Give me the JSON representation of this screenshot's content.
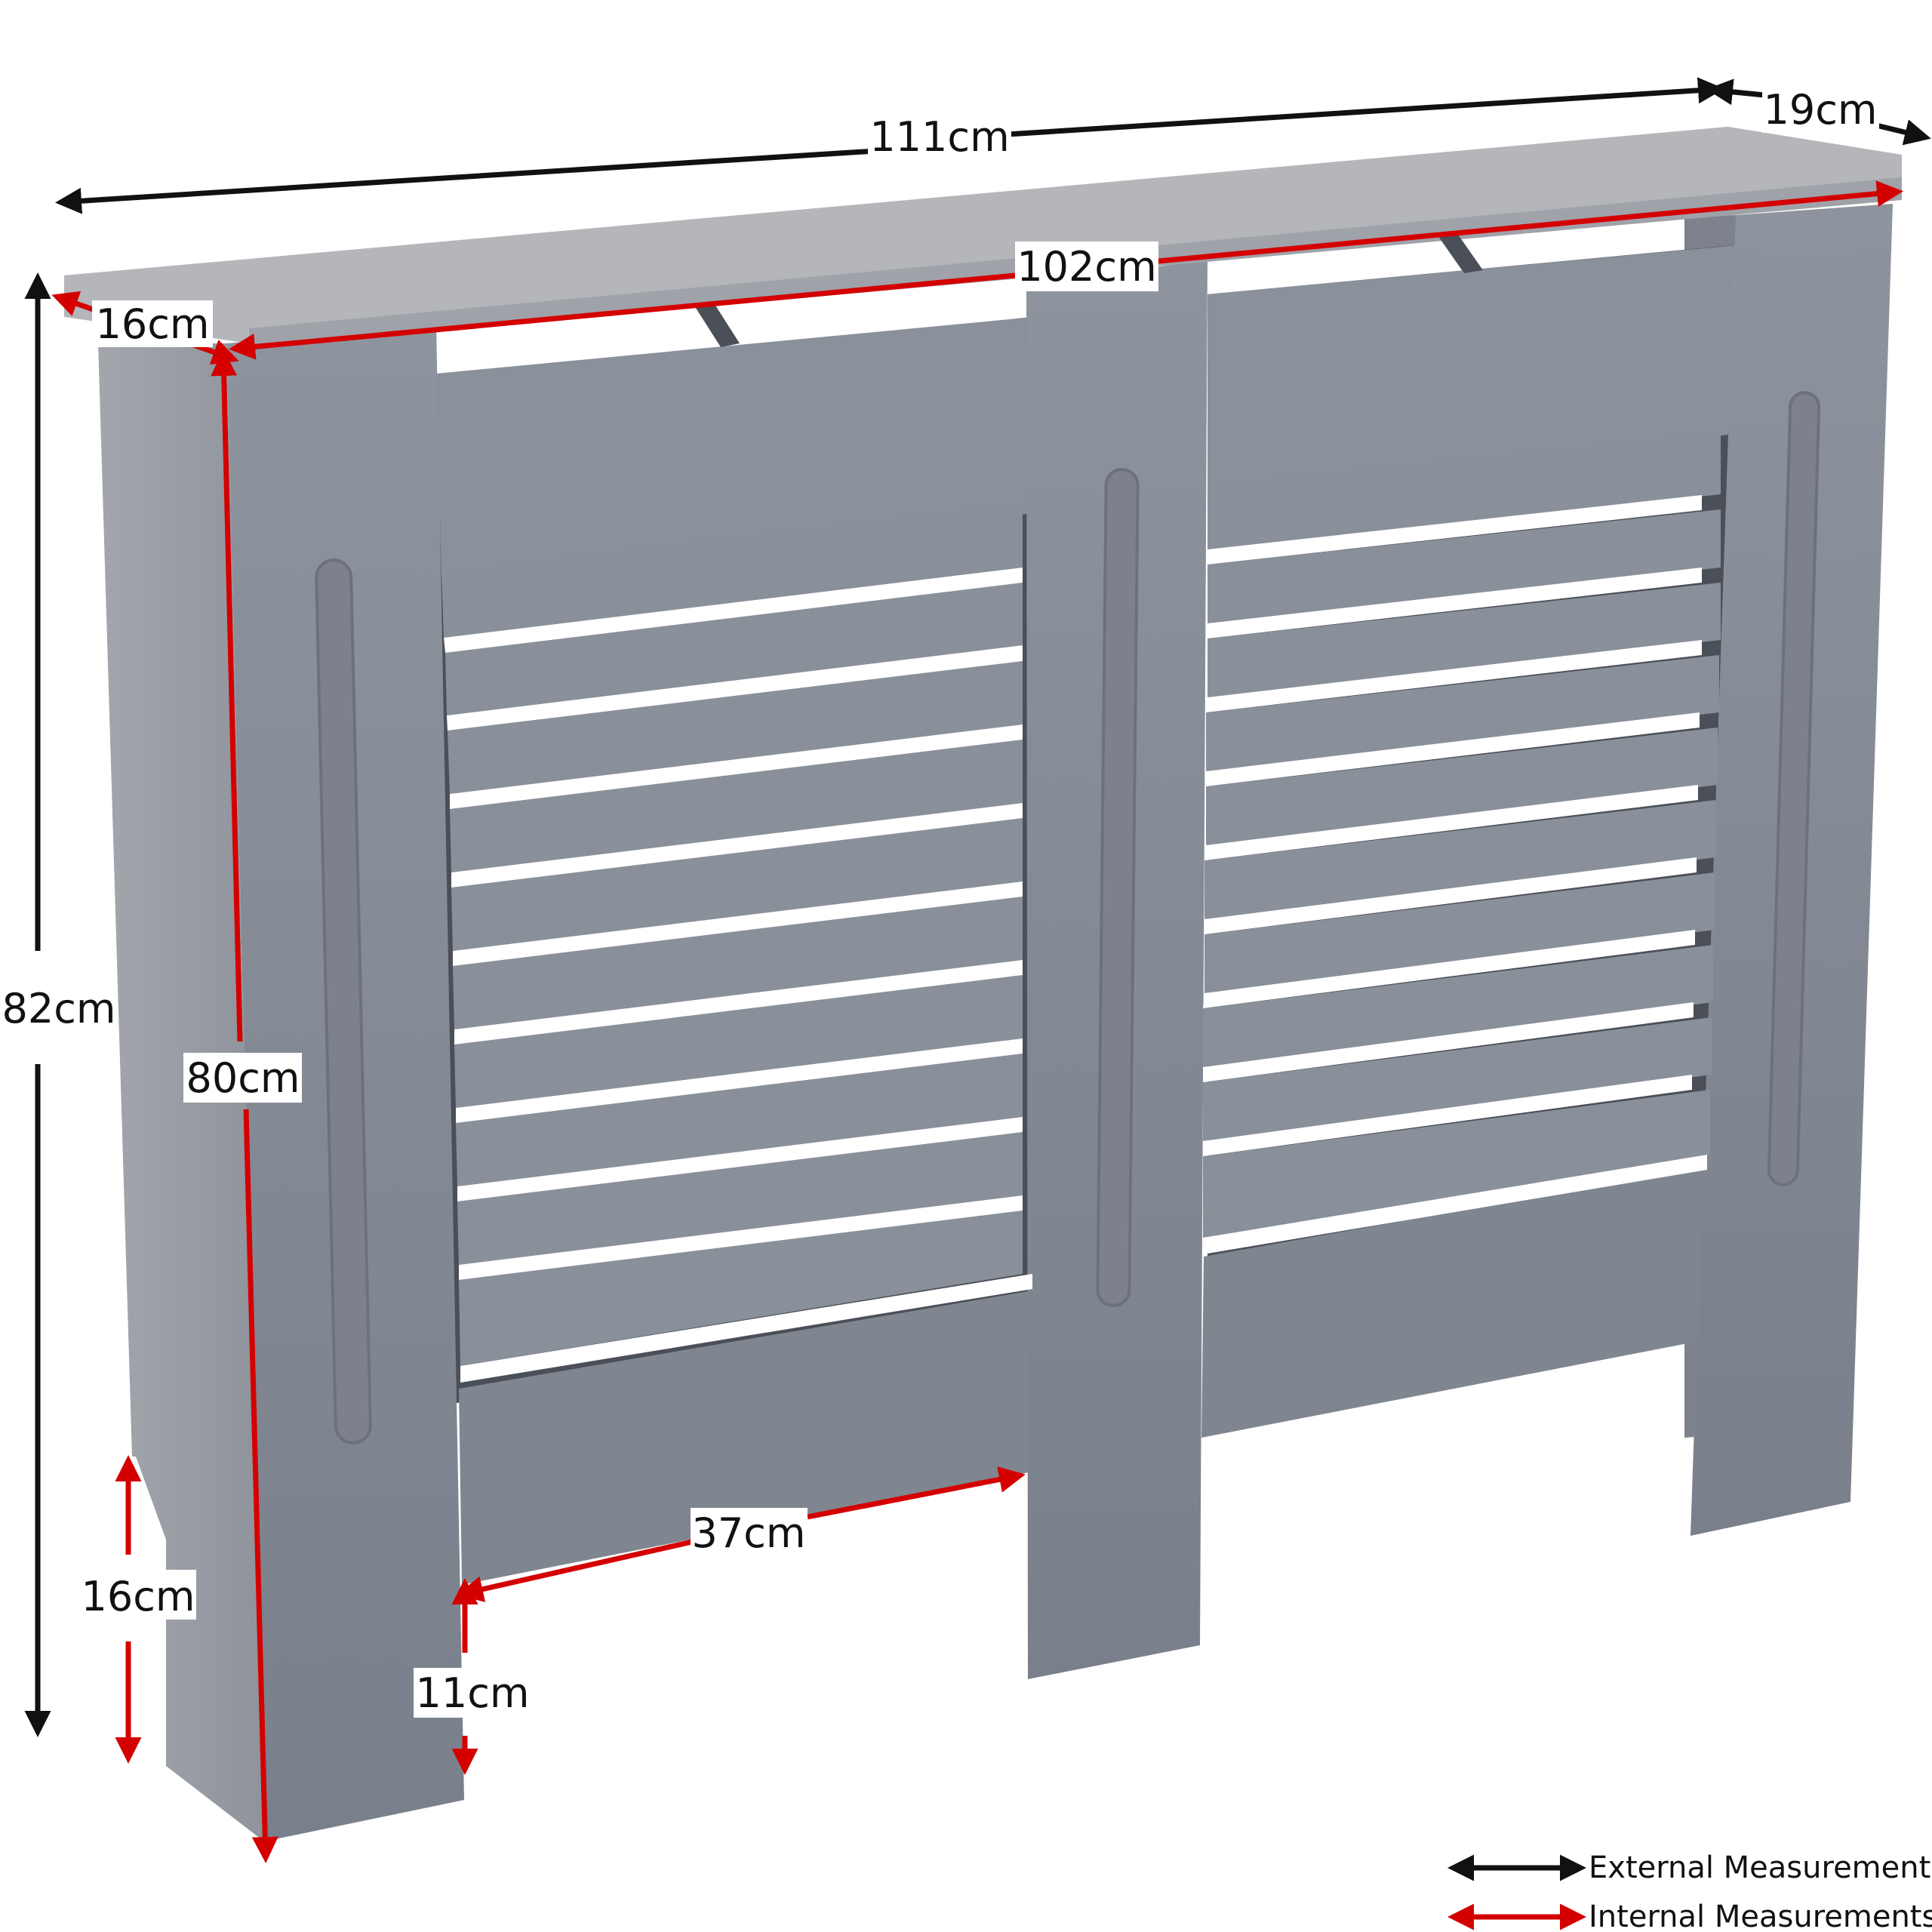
{
  "colors": {
    "external_arrow": "#111111",
    "internal_arrow": "#d40000",
    "cabinet_front": "#858b95",
    "cabinet_side": "#9a9ea6",
    "cabinet_top": "#b4b6ba",
    "cabinet_dark": "#4b4f58"
  },
  "measurements": {
    "width_external": "111cm",
    "depth_top": "19cm",
    "width_internal": "102cm",
    "depth_side": "16cm",
    "height_external": "82cm",
    "height_internal": "80cm",
    "foot_height": "16cm",
    "panel_width": "37cm",
    "panel_clearance": "11cm"
  },
  "legend": {
    "external": "External Measurements",
    "internal": "Internal Measurements"
  }
}
